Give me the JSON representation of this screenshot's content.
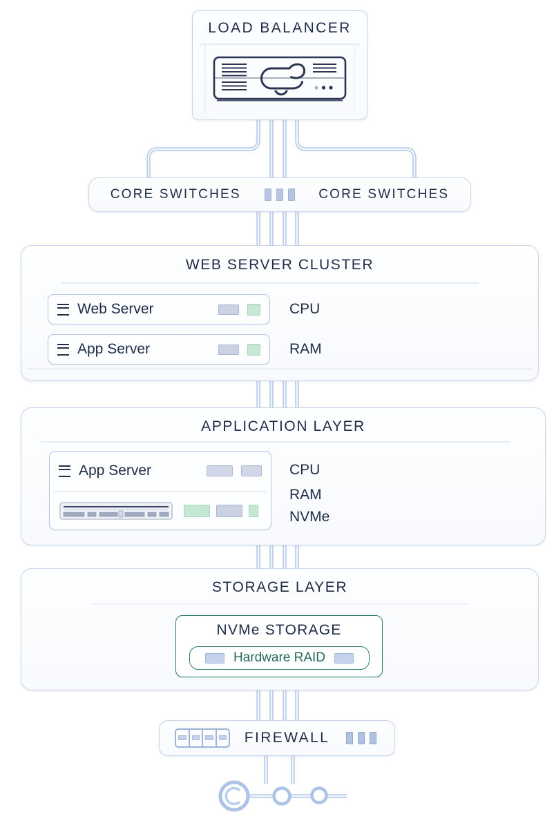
{
  "palette": {
    "text_navy": "#1e2b49",
    "wire_blue": "#b5c9e8",
    "box_border_blue": "#c5d6ee",
    "green_border": "#2f7e69",
    "green_text": "#276a5b",
    "chip_gray": "#ccd2e4",
    "chip_green": "#c6e7d3"
  },
  "icons": {
    "load_balancer": "link-appliance-icon",
    "server_rows": "menu-icon",
    "core_switch_center": "three-bars-icon",
    "ram_module": "ram-stick-icon",
    "firewall_left": "port-strip-icon",
    "firewall_right": "three-bars-icon",
    "footer": "network-chain-icon"
  },
  "load_balancer": {
    "title": "LOAD BALANCER"
  },
  "core_switches": {
    "left_label": "CORE SWITCHES",
    "right_label": "CORE SWITCHES"
  },
  "web_server_cluster": {
    "title": "WEB SERVER CLUSTER",
    "rows": [
      {
        "server": "Web Server",
        "metric": "CPU"
      },
      {
        "server": "App Server",
        "metric": "RAM"
      }
    ]
  },
  "application_layer": {
    "title": "APPLICATION LAYER",
    "server": "App Server",
    "metrics": [
      "CPU",
      "RAM",
      "NVMe"
    ]
  },
  "storage_layer": {
    "title": "STORAGE LAYER",
    "nvme_title": "NVMe STORAGE",
    "raid_label": "Hardware RAID"
  },
  "firewall": {
    "label": "FIREWALL"
  }
}
